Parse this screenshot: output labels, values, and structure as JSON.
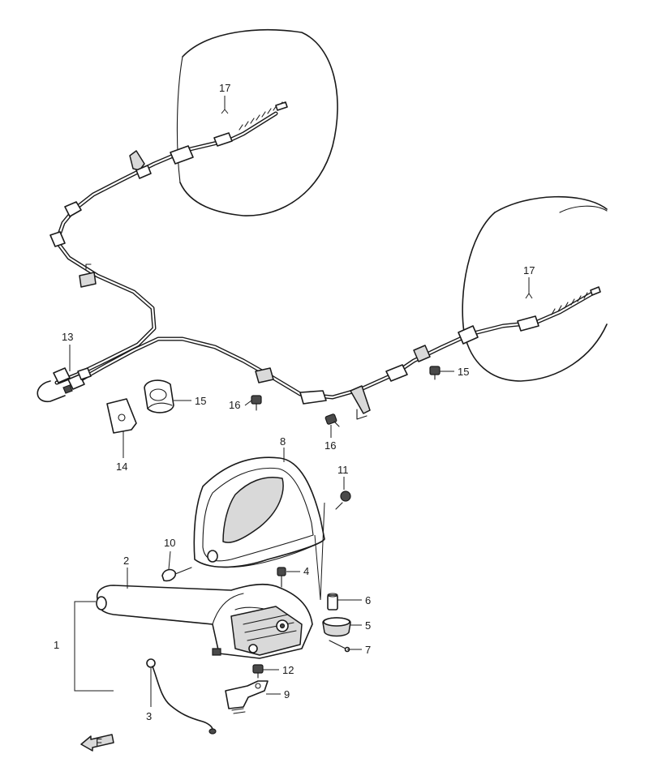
{
  "callouts": [
    {
      "id": "1",
      "text": "1"
    },
    {
      "id": "2",
      "text": "2"
    },
    {
      "id": "3",
      "text": "3"
    },
    {
      "id": "4",
      "text": "4"
    },
    {
      "id": "5",
      "text": "5"
    },
    {
      "id": "6",
      "text": "6"
    },
    {
      "id": "7",
      "text": "7"
    },
    {
      "id": "8",
      "text": "8"
    },
    {
      "id": "9",
      "text": "9"
    },
    {
      "id": "10",
      "text": "10"
    },
    {
      "id": "11",
      "text": "11"
    },
    {
      "id": "12",
      "text": "12"
    },
    {
      "id": "13",
      "text": "13"
    },
    {
      "id": "14",
      "text": "14"
    },
    {
      "id": "15a",
      "text": "15"
    },
    {
      "id": "15b",
      "text": "15"
    },
    {
      "id": "16a",
      "text": "16"
    },
    {
      "id": "16b",
      "text": "16"
    },
    {
      "id": "17a",
      "text": "17"
    },
    {
      "id": "17b",
      "text": "17"
    }
  ],
  "front_marker": {
    "text": "F"
  },
  "colors": {
    "ink": "#1a1a1a",
    "paper": "#ffffff",
    "shade": "#d9d9d9"
  }
}
